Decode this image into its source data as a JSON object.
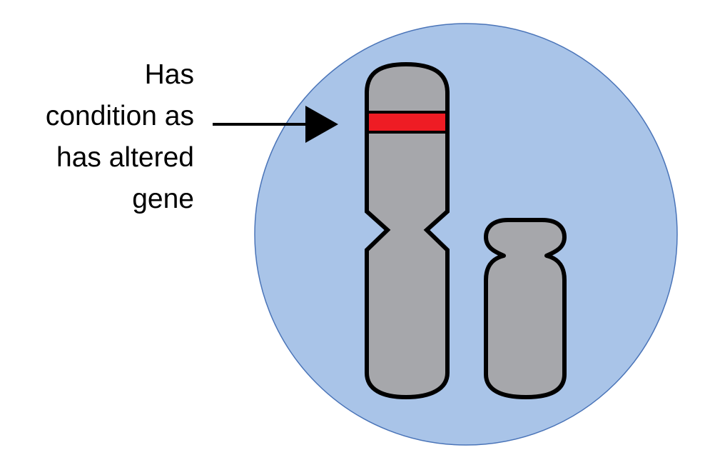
{
  "annotation": {
    "lines": [
      "Has",
      "condition as",
      "has altered",
      "gene"
    ]
  },
  "colors": {
    "cell_fill": "#a9c4e8",
    "cell_stroke": "#4a74b8",
    "chromosome_fill": "#a6a7ab",
    "chromosome_stroke": "#000000",
    "altered_gene_band": "#ee1c24",
    "arrow": "#000000"
  }
}
